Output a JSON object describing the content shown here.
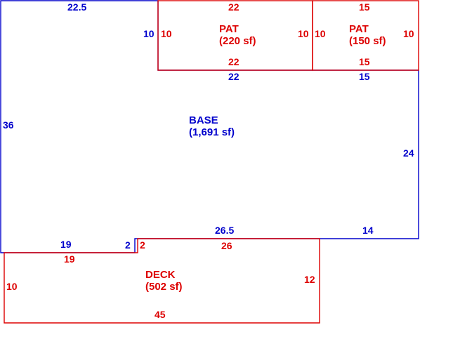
{
  "colors": {
    "base": "#0000cc",
    "addition": "#dd0000"
  },
  "areas": {
    "base": {
      "name": "BASE",
      "area": "(1,691 sf)"
    },
    "patio_1": {
      "name": "PAT",
      "area": "(220 sf)"
    },
    "patio_2": {
      "name": "PAT",
      "area": "(150 sf)"
    },
    "deck": {
      "name": "DECK",
      "area": "(502 sf)"
    }
  },
  "dimensions": {
    "base": {
      "top": "22.5",
      "left": "36",
      "right": "24",
      "inner_left": "10",
      "under_patio_1": "22",
      "under_patio_2": "15",
      "lower_step": "26.5",
      "lower_right": "14",
      "bottom_left": "19",
      "step": "2"
    },
    "patio_1": {
      "top": "22",
      "left": "10",
      "right": "10",
      "bottom": "22"
    },
    "patio_2": {
      "top": "15",
      "left": "10",
      "right": "10",
      "bottom": "15"
    },
    "deck": {
      "top_left": "19",
      "step": "2",
      "top": "26",
      "left": "10",
      "right": "12",
      "bottom": "45"
    }
  }
}
